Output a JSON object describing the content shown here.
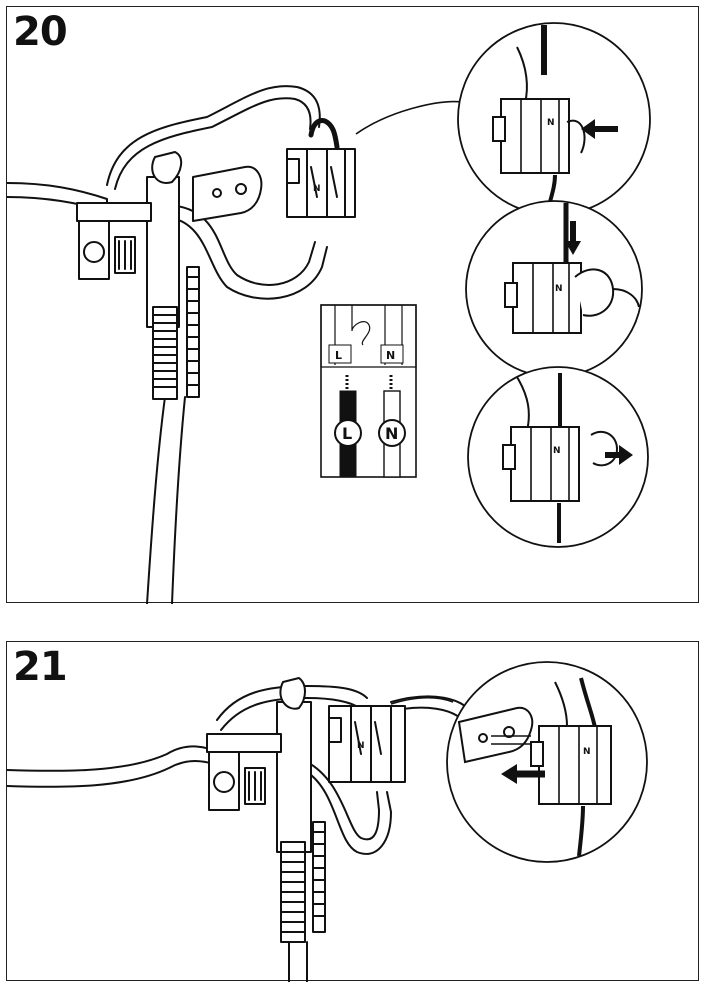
{
  "steps": [
    {
      "number": "20",
      "phase_labels": {
        "live": "L",
        "neutral": "N"
      },
      "connector_marking": "N",
      "inset_zooms": [
        {
          "action": "press-lever",
          "arrow": "left-arrow-icon"
        },
        {
          "action": "insert-wire",
          "arrow": "down-arrow-icon"
        },
        {
          "action": "release-lever",
          "arrow": "right-arrow-icon"
        }
      ]
    },
    {
      "number": "21",
      "connector_marking": "N",
      "inset_zooms": [
        {
          "action": "slide-onto-bracket",
          "arrow": "left-arrow-icon"
        }
      ]
    }
  ],
  "colors": {
    "ink": "#111111",
    "paper": "#ffffff",
    "wire_live": "#111111",
    "wire_neutral": "#ffffff"
  }
}
